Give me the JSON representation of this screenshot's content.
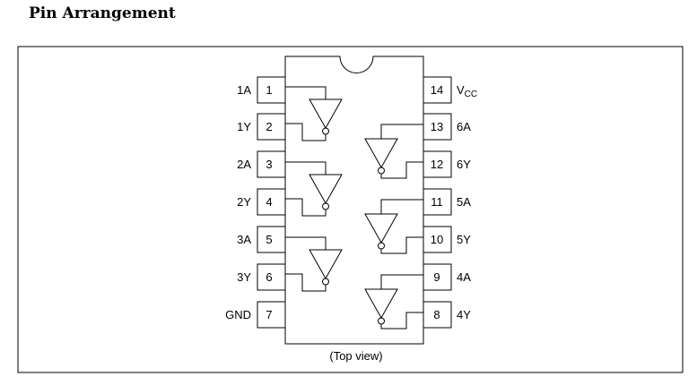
{
  "title": "Pin Arrangement",
  "view_label": "(Top view)",
  "vcc": {
    "main": "V",
    "sub": "CC"
  },
  "left_pins": [
    {
      "number": "1",
      "name": "1A"
    },
    {
      "number": "2",
      "name": "1Y"
    },
    {
      "number": "3",
      "name": "2A"
    },
    {
      "number": "4",
      "name": "2Y"
    },
    {
      "number": "5",
      "name": "3A"
    },
    {
      "number": "6",
      "name": "3Y"
    },
    {
      "number": "7",
      "name": "GND"
    }
  ],
  "right_pins": [
    {
      "number": "14",
      "name": ""
    },
    {
      "number": "13",
      "name": "6A"
    },
    {
      "number": "12",
      "name": "6Y"
    },
    {
      "number": "11",
      "name": "5A"
    },
    {
      "number": "10",
      "name": "5Y"
    },
    {
      "number": "9",
      "name": "4A"
    },
    {
      "number": "8",
      "name": "4Y"
    }
  ]
}
